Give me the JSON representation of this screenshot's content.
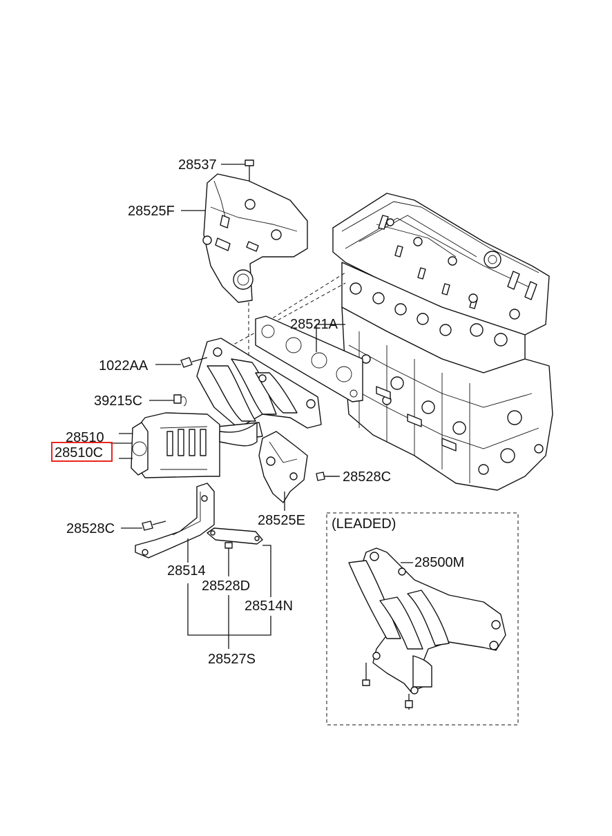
{
  "labels": {
    "p28537": "28537",
    "p28525F": "28525F",
    "p28521A": "28521A",
    "p1022AA": "1022AA",
    "p39215C": "39215C",
    "p28510": "28510",
    "p28510C": "28510C",
    "p28528C_right": "28528C",
    "p28525E": "28525E",
    "p28528C_left": "28528C",
    "p28514": "28514",
    "p28528D": "28528D",
    "p28514N": "28514N",
    "p28527S": "28527S",
    "leaded_title": "(LEADED)",
    "p28500M": "28500M"
  },
  "highlight": {
    "part": "28510C",
    "color": "#e8251f"
  }
}
